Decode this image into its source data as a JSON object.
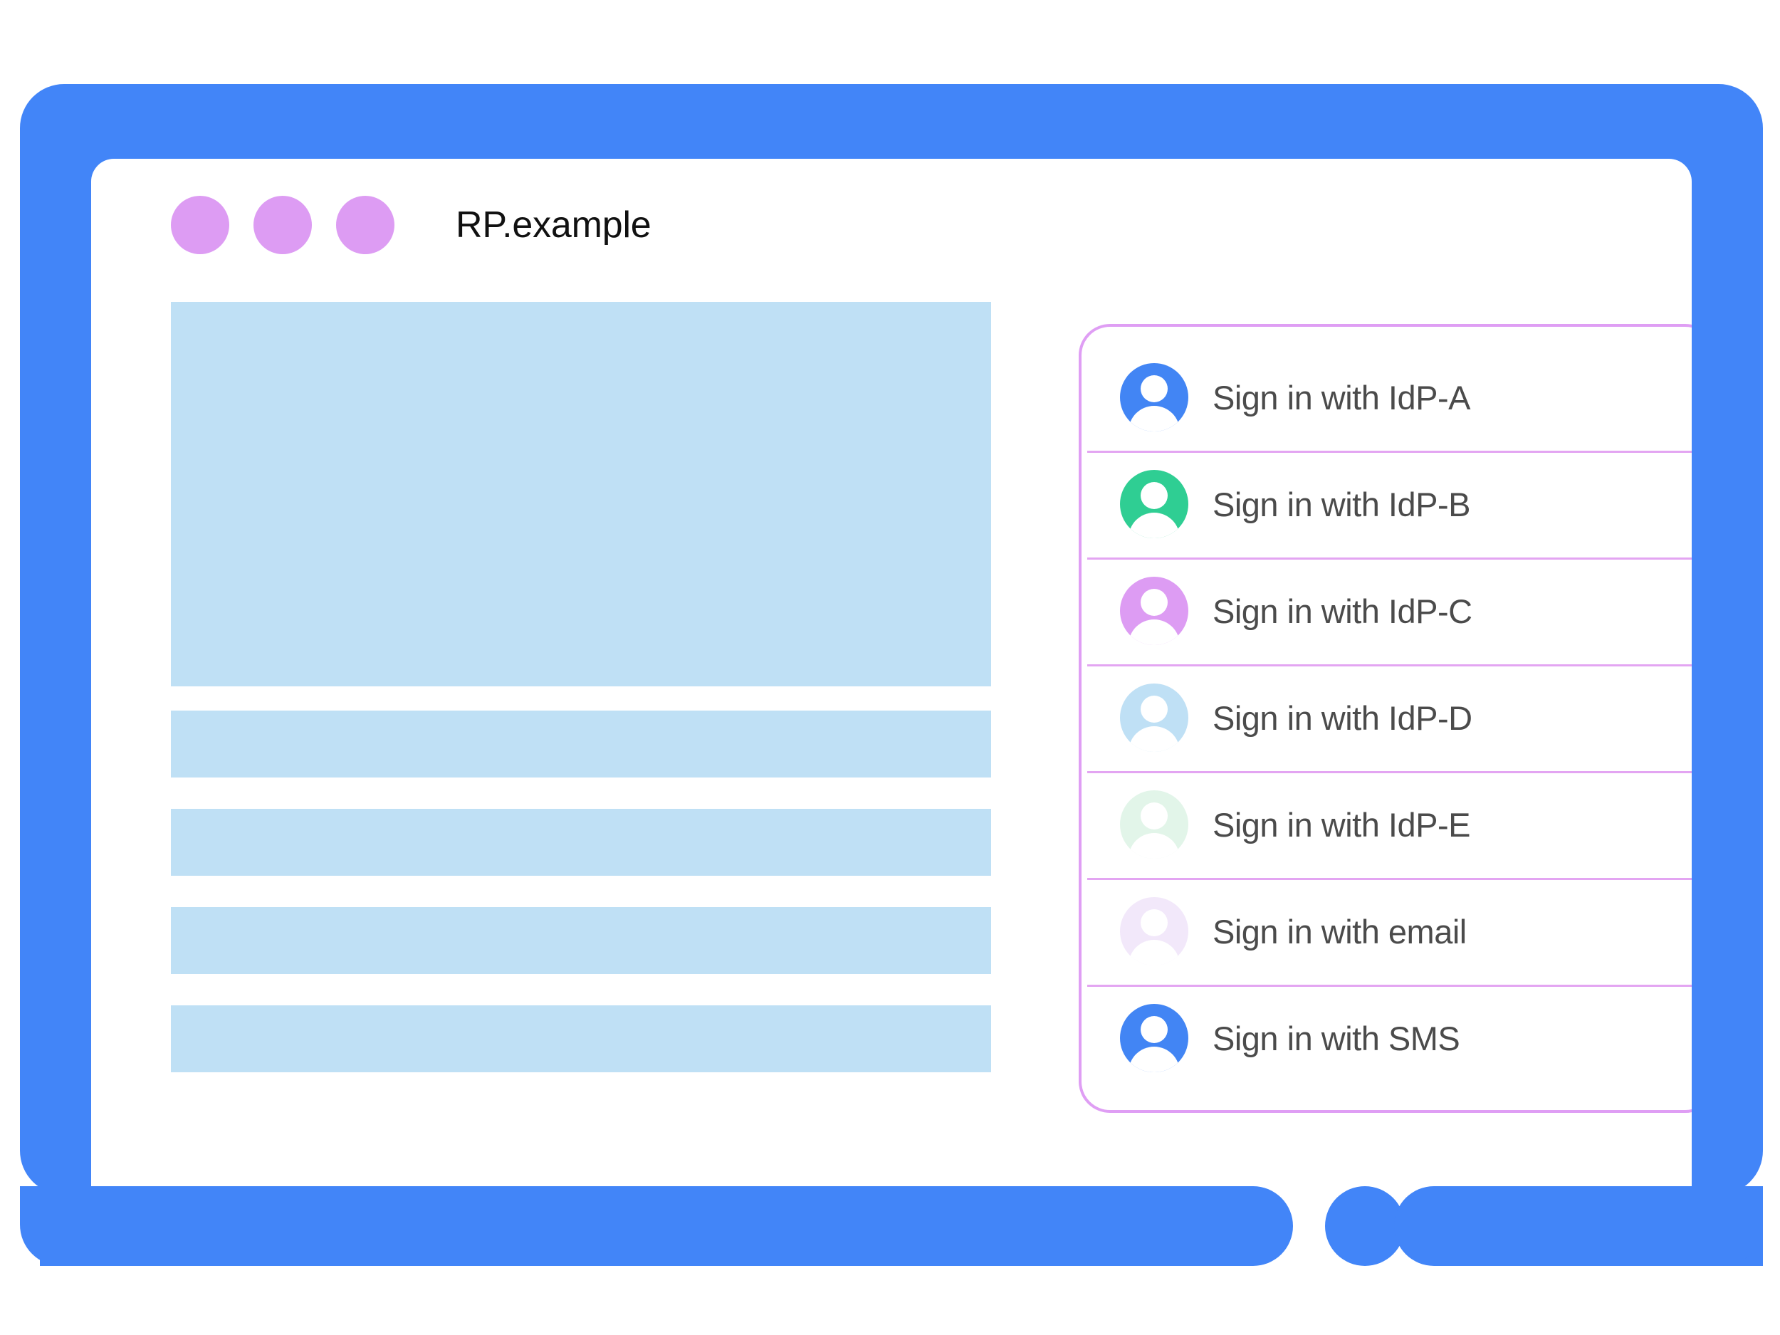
{
  "colors": {
    "frame_blue": "#4285f8",
    "panel_border": "#df9ef4",
    "divider": "#e3a5f2",
    "placeholder_block": "#bfe0f5",
    "window_dot": "#dd9cf3",
    "label_text": "#4b4b4b"
  },
  "window": {
    "title": "RP.example",
    "dots": [
      {
        "name": "window-dot-1",
        "color": "#dd9cf3"
      },
      {
        "name": "window-dot-2",
        "color": "#dd9cf3"
      },
      {
        "name": "window-dot-3",
        "color": "#dd9cf3"
      }
    ]
  },
  "content": {
    "blocks": [
      {
        "kind": "hero"
      },
      {
        "kind": "bar"
      },
      {
        "kind": "bar"
      },
      {
        "kind": "bar"
      },
      {
        "kind": "bar"
      }
    ]
  },
  "signin_panel": {
    "items": [
      {
        "label": "Sign in with IdP-A",
        "avatar_color": "#4285f4",
        "avatar_opacity": 1
      },
      {
        "label": "Sign in with IdP-B",
        "avatar_color": "#2fce93",
        "avatar_opacity": 1
      },
      {
        "label": "Sign in with IdP-C",
        "avatar_color": "#dd9cf3",
        "avatar_opacity": 1
      },
      {
        "label": "Sign in with IdP-D",
        "avatar_color": "#bfe0f5",
        "avatar_opacity": 1
      },
      {
        "label": "Sign in with IdP-E",
        "avatar_color": "#e2f5e9",
        "avatar_opacity": 1
      },
      {
        "label": "Sign in with email",
        "avatar_color": "#f2e8fa",
        "avatar_opacity": 1
      },
      {
        "label": "Sign in with SMS",
        "avatar_color": "#4285f4",
        "avatar_opacity": 1
      }
    ]
  },
  "device": {
    "home_button": "home-button"
  }
}
